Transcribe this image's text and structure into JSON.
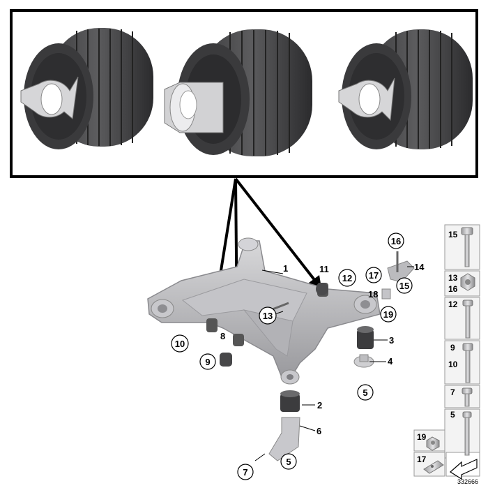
{
  "diagram": {
    "part_callouts": {
      "p1": "1",
      "p2": "2",
      "p3": "3",
      "p4": "4",
      "p5a": "5",
      "p5b": "5",
      "p6": "6",
      "p7": "7",
      "p8": "8",
      "p9": "9",
      "p10": "10",
      "p11": "11",
      "p12": "12",
      "p13": "13",
      "p14": "14",
      "p15": "15",
      "p16": "16",
      "p17": "17",
      "p18": "18",
      "p19": "19"
    },
    "parts_list": {
      "r1a": "15",
      "r2a": "13",
      "r2b": "16",
      "r3a": "12",
      "r4a": "9",
      "r4b": "10",
      "r5a": "7",
      "r6a": "5",
      "r7a": "19",
      "r8a": "17"
    },
    "drawing_number": "332666"
  }
}
